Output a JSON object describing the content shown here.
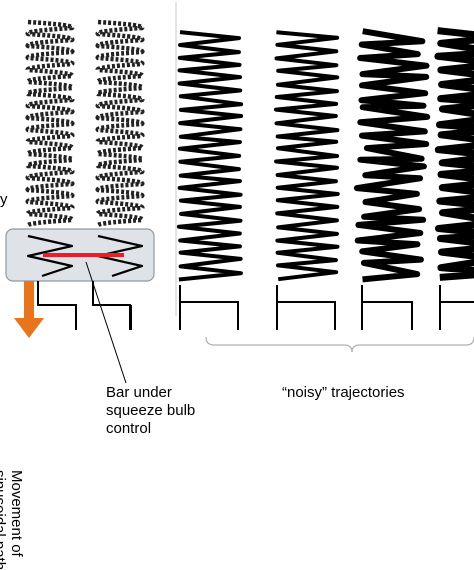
{
  "labels": {
    "partial_left": "y",
    "bar": [
      "Bar under",
      "squeeze bulb",
      "control"
    ],
    "noisy": "“noisy” trajectories",
    "movement": [
      "Movement of",
      "sinusoidal path"
    ]
  },
  "colors": {
    "bar": "#ee1c24",
    "arrow": "#e8741c",
    "window_fill": "#d9dde2",
    "window_stroke": "#8e9aa6",
    "ink": "#000000"
  },
  "panels": {
    "left_columns": 2,
    "noisy_columns": 4,
    "noise_levels": [
      "low",
      "low",
      "high",
      "medium"
    ]
  }
}
